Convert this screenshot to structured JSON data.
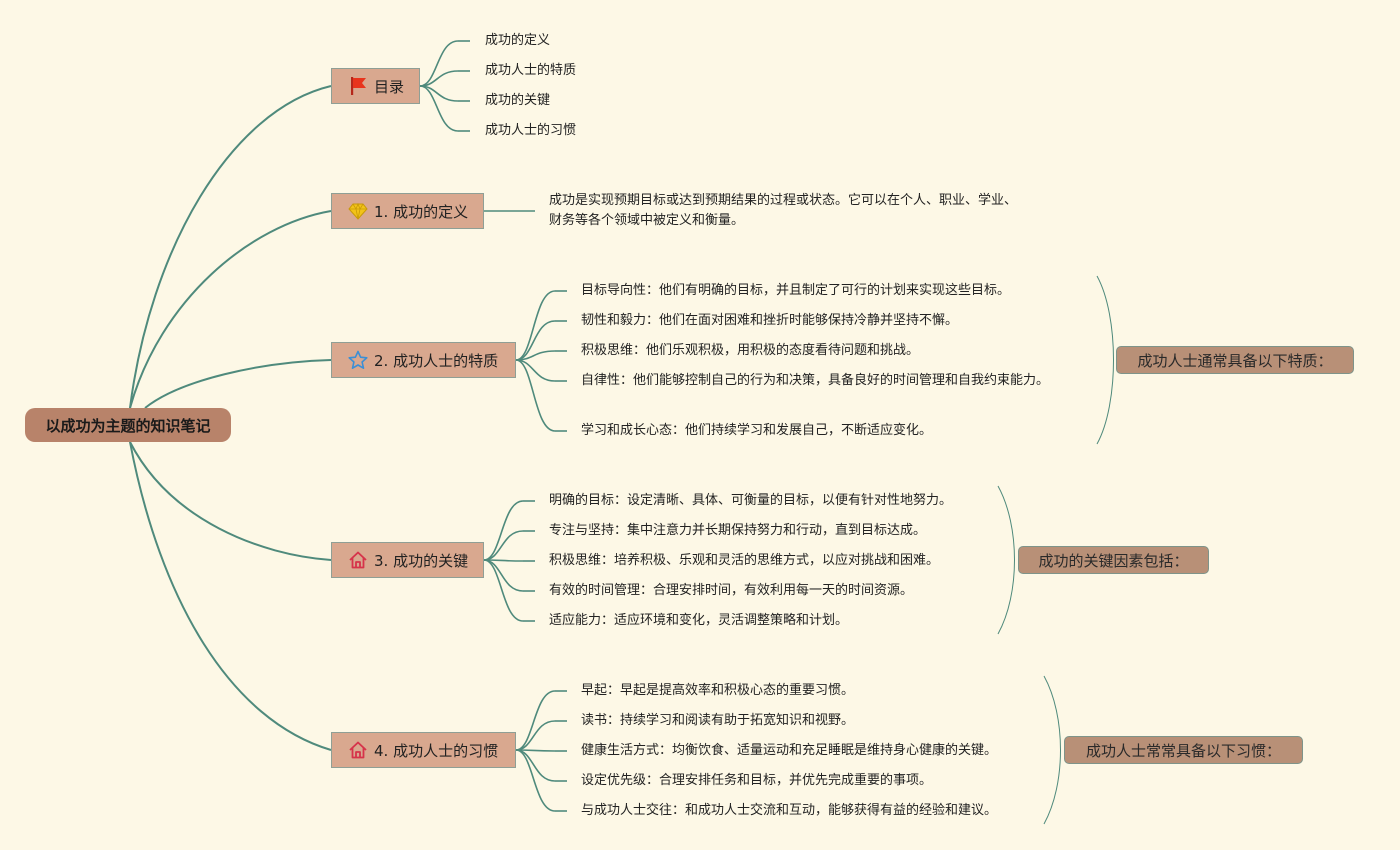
{
  "root": {
    "label": "以成功为主题的知识笔记"
  },
  "topics": {
    "toc": {
      "label": "目录",
      "icon": "flag-icon",
      "items": [
        "成功的定义",
        "成功人士的特质",
        "成功的关键",
        "成功人士的习惯"
      ]
    },
    "definition": {
      "label": "1. 成功的定义",
      "icon": "diamond-icon",
      "text": "成功是实现预期目标或达到预期结果的过程或状态。它可以在个人、职业、学业、财务等各个领域中被定义和衡量。"
    },
    "traits": {
      "label": "2. 成功人士的特质",
      "icon": "star-icon",
      "items": [
        "目标导向性：他们有明确的目标，并且制定了可行的计划来实现这些目标。",
        "韧性和毅力：他们在面对困难和挫折时能够保持冷静并坚持不懈。",
        "积极思维：他们乐观积极，用积极的态度看待问题和挑战。",
        "自律性：他们能够控制自己的行为和决策，具备良好的时间管理和自我约束能力。",
        "学习和成长心态：他们持续学习和发展自己，不断适应变化。"
      ],
      "summary": "成功人士通常具备以下特质："
    },
    "keys": {
      "label": "3. 成功的关键",
      "icon": "home-icon",
      "items": [
        "明确的目标：设定清晰、具体、可衡量的目标，以便有针对性地努力。",
        "专注与坚持：集中注意力并长期保持努力和行动，直到目标达成。",
        "积极思维：培养积极、乐观和灵活的思维方式，以应对挑战和困难。",
        "有效的时间管理：合理安排时间，有效利用每一天的时间资源。",
        "适应能力：适应环境和变化，灵活调整策略和计划。"
      ],
      "summary": "成功的关键因素包括："
    },
    "habits": {
      "label": "4. 成功人士的习惯",
      "icon": "home-icon",
      "items": [
        "早起：早起是提高效率和积极心态的重要习惯。",
        "读书：持续学习和阅读有助于拓宽知识和视野。",
        "健康生活方式：均衡饮食、适量运动和充足睡眠是维持身心健康的关键。",
        "设定优先级：合理安排任务和目标，并优先完成重要的事项。",
        "与成功人士交往：和成功人士交流和互动，能够获得有益的经验和建议。"
      ],
      "summary": "成功人士常常具备以下习惯："
    }
  },
  "colors": {
    "background": "#fdf8e6",
    "link": "#4f8a7c",
    "root_fill": "#b8836a",
    "topic_fill": "#d9a88f",
    "summary_fill": "#b89077",
    "flag": "#e8341c",
    "diamond": "#f2c318",
    "star": "#3b8fd6",
    "home": "#d6334a"
  }
}
